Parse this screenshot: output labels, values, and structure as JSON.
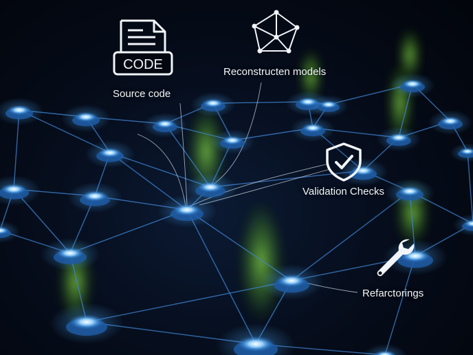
{
  "labels": {
    "source_code": "Source code",
    "reconstructed_models": "Reconstructen models",
    "validation_checks": "Validation Checks",
    "refactorings": "Refarctorings"
  },
  "icons": {
    "code": {
      "name": "code-file-icon",
      "text": "CODE"
    },
    "model": {
      "name": "cube-model-icon"
    },
    "shield": {
      "name": "shield-check-icon"
    },
    "wrench": {
      "name": "wrench-icon"
    }
  },
  "colors": {
    "node_glow": "#6fc3ff",
    "edge": "#3f86d6",
    "smoke": "#7dd63a",
    "text": "#f2f6fb"
  }
}
